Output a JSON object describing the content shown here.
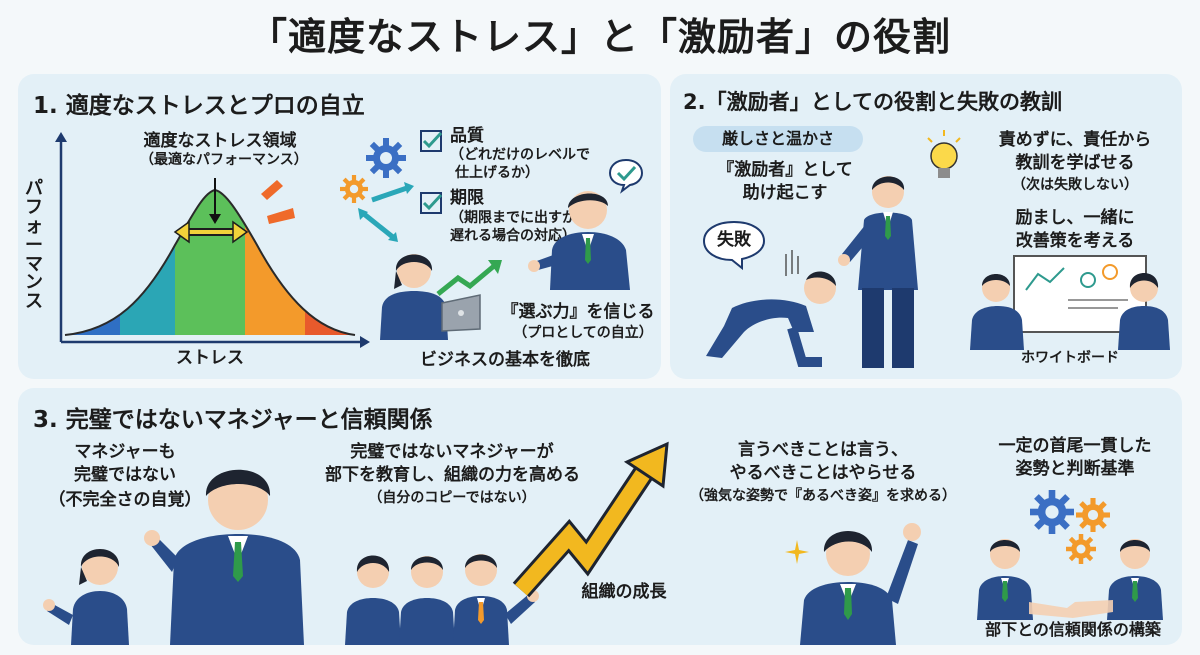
{
  "title": "「適度なストレス」と「激励者」の役割",
  "panel1": {
    "heading": "1. 適度なストレスとプロの自立",
    "optimal_zone": "適度なストレス領域",
    "optimal_zone_sub": "（最適なパフォーマンス）",
    "y_axis": "パフォーマンス",
    "x_axis": "ストレス",
    "quality": "品質",
    "quality_sub1": "（どれだけのレベルで",
    "quality_sub2": "仕上げるか）",
    "deadline": "期限",
    "deadline_sub1": "（期限までに出すか、",
    "deadline_sub2": "遅れる場合の対応）",
    "choose_power": "『選ぶ力』を信じる",
    "choose_power_sub": "（プロとしての自立）",
    "business_basics": "ビジネスの基本を徹底"
  },
  "panel2": {
    "heading": "2.「激励者」としての役割と失敗の教訓",
    "strict_warm": "厳しさと温かさ",
    "encourager1": "『激励者』として",
    "encourager2": "助け起こす",
    "failure": "失敗",
    "lesson1": "責めずに、責任から",
    "lesson2": "教訓を学ばせる",
    "lesson_sub": "（次は失敗しない）",
    "encourage1": "励まし、一緒に",
    "encourage2": "改善策を考える",
    "whiteboard": "ホワイトボード"
  },
  "panel3": {
    "heading": "3. 完璧ではないマネジャーと信頼関係",
    "not_perfect1": "マネジャーも",
    "not_perfect2": "完璧ではない",
    "not_perfect_sub": "（不完全さの自覚）",
    "educate1": "完璧ではないマネジャーが",
    "educate2": "部下を教育し、組織の力を高める",
    "educate_sub": "（自分のコピーではない）",
    "growth": "組織の成長",
    "say1": "言うべきことは言う、",
    "say2": "やるべきことはやらせる",
    "say_sub": "（強気な姿勢で『あるべき姿』を求める）",
    "consistent1": "一定の首尾一貫した",
    "consistent2": "姿勢と判断基準",
    "trust": "部下との信頼関係の構築"
  },
  "colors": {
    "suit": "#2a4d8a",
    "suit_dark": "#1e3a6e",
    "skin": "#f4cfb1",
    "hair": "#1e2430",
    "tie": "#2f9a4a",
    "arrow": "#f2b81f",
    "gear_blue": "#3b6fc4",
    "gear_orange": "#f39a2b",
    "check": "#2e9a8e"
  }
}
